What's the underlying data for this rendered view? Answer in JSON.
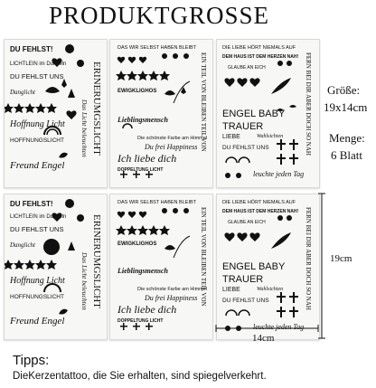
{
  "title": "PRODUKTGROSSE",
  "info": {
    "size_label": "Größe:",
    "size_value": "19x14cm",
    "qty_label": "Menge:",
    "qty_value": "6 Blatt"
  },
  "dimensions": {
    "height": "19cm",
    "width": "14cm"
  },
  "sheet1": {
    "t1": "DU FEHLST!",
    "t2": "LICHTLEIN im Dunkeln",
    "t3": "DU FEHLST UNS",
    "t4": "Danglicht",
    "t5": "Hoffnung Licht",
    "t6": "HOFFNUNGSLICHT",
    "t7": "Freund Engel",
    "v1": "ERINERUMGSLICHT",
    "v2": "Das Licht beleuchten"
  },
  "sheet2": {
    "t1": "DAS WIR SELBST HABEN BLEIBT",
    "t2": "EWIGKLIGHOS",
    "t3": "Lieblingsmensch",
    "t4": "Die schönste Farbe am Himmel",
    "t5": "Du frei Happiness",
    "t6": "Ich liebe dich",
    "t7": "DOPPELTUNG LICHT",
    "v1": "EIN TEIL VON BLEIBEN TEIL VON"
  },
  "sheet3": {
    "t1": "DIE LIEBE HÖRT NIEMALS AUF",
    "t2": "DEM HAUS IST DEM HERZEN NAH!",
    "t3": "GLAUBE AN EICH",
    "t4": "ENGEL BABY",
    "t5": "TRAUER",
    "t6": "LIEBE",
    "t7": "Wahlsichten",
    "t8": "DU FEHLST UNS",
    "t9": "leuchte jeden Tag",
    "v1": "FERN BEI DIR ABER DOCH SO NAH"
  },
  "tips": {
    "heading": "Tipps:",
    "text": "DieKerzentattoo, die Sie erhalten, sind spiegelverkehrt."
  }
}
